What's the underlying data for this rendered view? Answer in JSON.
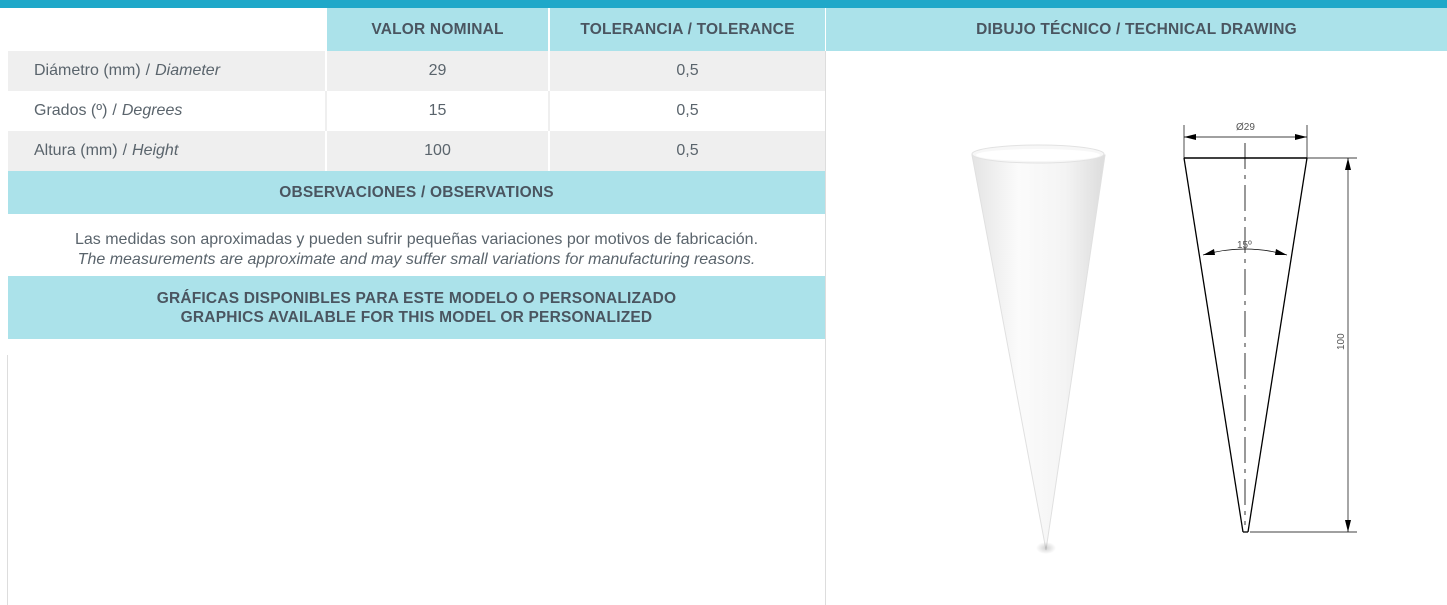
{
  "table": {
    "headers": {
      "nominal": "VALOR NOMINAL",
      "tolerance": "TOLERANCIA / TOLERANCE"
    },
    "rows": [
      {
        "es": "Diámetro (mm)",
        "sep": "/",
        "en": "Diameter",
        "nominal": "29",
        "tolerance": "0,5"
      },
      {
        "es": "Grados (º)",
        "sep": "/",
        "en": "Degrees",
        "nominal": "15",
        "tolerance": "0,5"
      },
      {
        "es": "Altura (mm)",
        "sep": "/",
        "en": "Height",
        "nominal": "100",
        "tolerance": "0,5"
      }
    ]
  },
  "observations": {
    "title": "OBSERVACIONES / OBSERVATIONS",
    "text_es": "Las medidas son aproximadas y pueden sufrir pequeñas variaciones por motivos de fabricación.",
    "text_en": "The measurements are approximate and may suffer small variations for manufacturing reasons."
  },
  "graphics": {
    "line1": "GRÁFICAS DISPONIBLES PARA ESTE MODELO O PERSONALIZADO",
    "line2": "GRAPHICS AVAILABLE FOR THIS MODEL OR PERSONALIZED"
  },
  "drawing": {
    "title": "DIBUJO TÉCNICO / TECHNICAL DRAWING",
    "diameter_label": "Ø29",
    "angle_label": "15º",
    "height_label": "100"
  },
  "colors": {
    "accent_bar": "#1fa8c9",
    "header_bg": "#abe2ea",
    "row_shade": "#efefef",
    "text": "#5a646c"
  }
}
